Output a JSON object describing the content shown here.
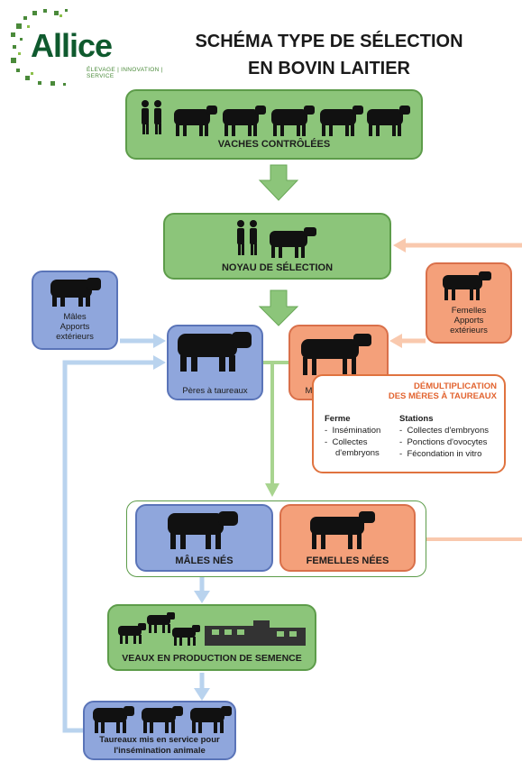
{
  "logo": {
    "name": "Allice",
    "tagline": "ÉLEVAGE | INNOVATION | SERVICE"
  },
  "title": {
    "line1": "SCHÉMA TYPE DE SÉLECTION",
    "line2": "EN BOVIN LAITIER"
  },
  "nodes": {
    "vaches_controlees": "VACHES CONTRÔLÉES",
    "noyau_selection": "NOYAU DE SÉLECTION",
    "males_apports": [
      "Mâles",
      "Apports",
      "extérieurs"
    ],
    "femelles_apports": [
      "Femelles",
      "Apports",
      "extérieurs"
    ],
    "peres_taureaux": "Pères à taureaux",
    "meres_taureaux": "Mères à taureaux",
    "demultiplication": [
      "DÉMULTIPLICATION",
      "DES MÈRES À TAUREAUX"
    ],
    "ferme": {
      "heading": "Ferme",
      "items": [
        "Insémination",
        "Collectes",
        "d'embryons"
      ]
    },
    "stations": {
      "heading": "Stations",
      "items": [
        "Collectes d'embryons",
        "Ponctions d'ovocytes",
        "Fécondation in vitro"
      ]
    },
    "males_nes": "MÂLES NÉS",
    "femelles_nees": "FEMELLES NÉES",
    "veaux_production": "VEAUX EN PRODUCTION DE SEMENCE",
    "taureaux_service": [
      "Taureaux mis en service pour",
      "l'insémination animale"
    ]
  },
  "colors": {
    "green": "#8cc57a",
    "blue": "#8fa6dc",
    "orange": "#f4a07a",
    "light_blue_arrow": "#b9d3ee",
    "light_orange_arrow": "#f9c9ae"
  }
}
